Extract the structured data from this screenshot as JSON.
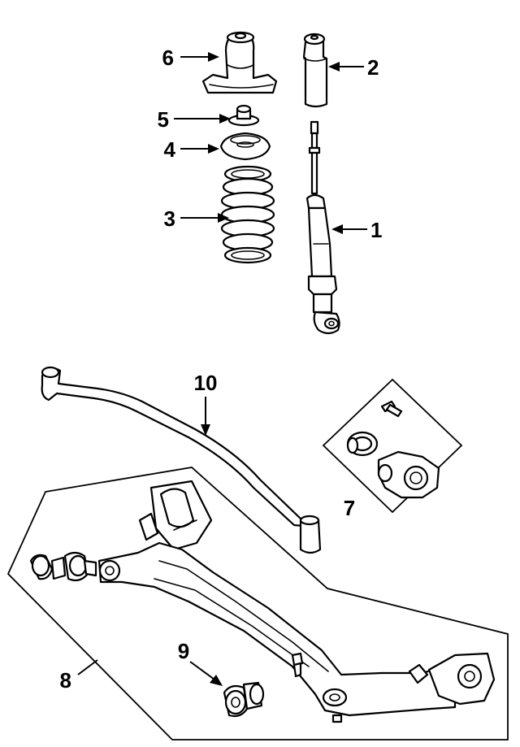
{
  "callouts": [
    {
      "id": "c1",
      "label": "1"
    },
    {
      "id": "c2",
      "label": "2"
    },
    {
      "id": "c3",
      "label": "3"
    },
    {
      "id": "c4",
      "label": "4"
    },
    {
      "id": "c5",
      "label": "5"
    },
    {
      "id": "c6",
      "label": "6"
    },
    {
      "id": "c7",
      "label": "7"
    },
    {
      "id": "c8",
      "label": "8"
    },
    {
      "id": "c9",
      "label": "9"
    },
    {
      "id": "c10",
      "label": "10"
    }
  ],
  "colors": {
    "line": "#000000",
    "background": "#ffffff"
  }
}
